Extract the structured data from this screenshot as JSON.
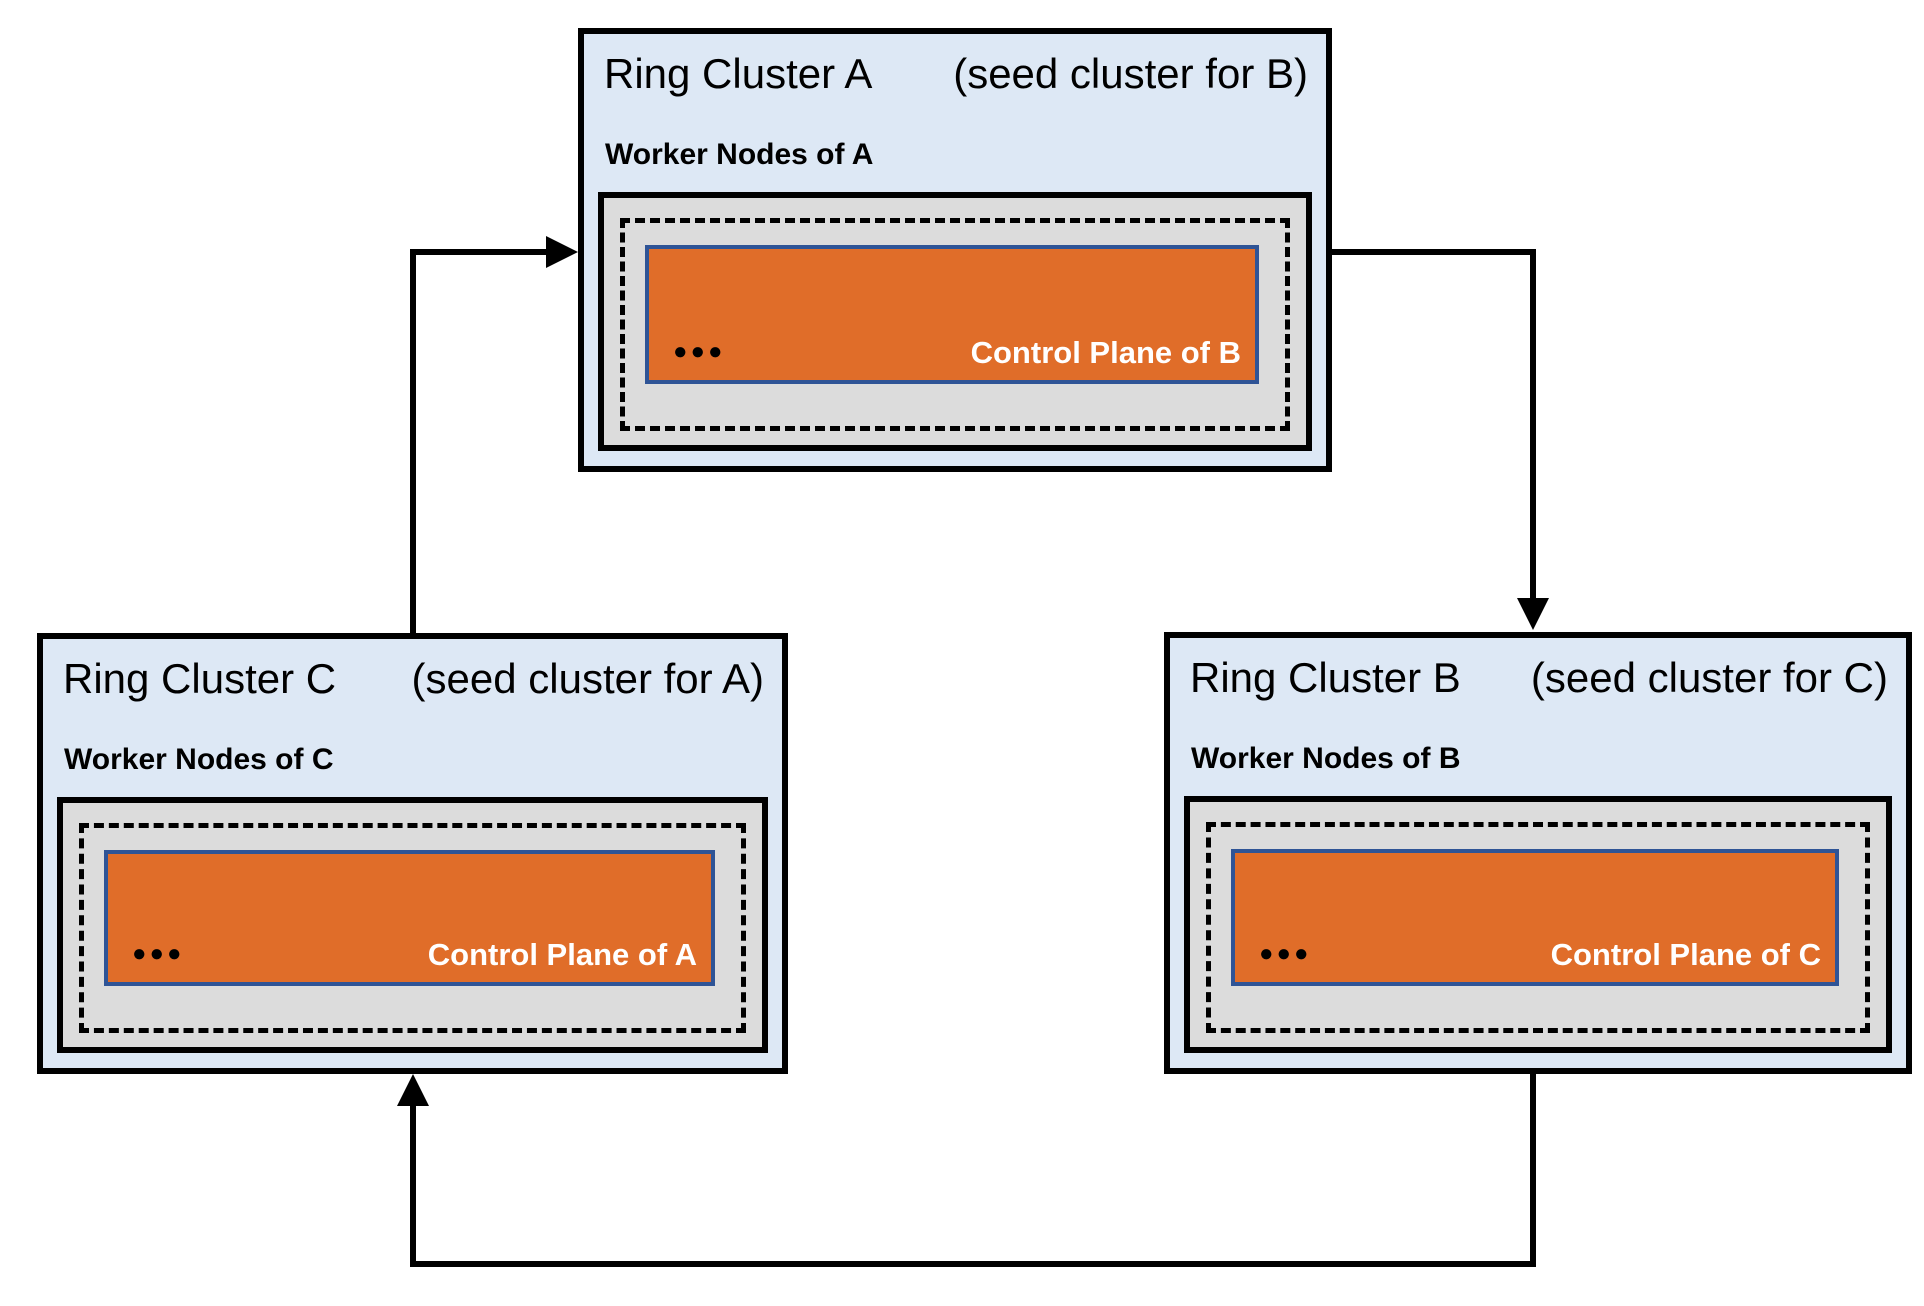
{
  "diagram": {
    "clusters": [
      {
        "id": "A",
        "title": "Ring Cluster A",
        "subtitle": "(seed cluster for B)",
        "worker_label": "Worker Nodes of A",
        "dots": "●●●",
        "control_plane_label": "Control Plane of B"
      },
      {
        "id": "C",
        "title": "Ring Cluster C",
        "subtitle": "(seed cluster for A)",
        "worker_label": "Worker Nodes of C",
        "dots": "●●●",
        "control_plane_label": "Control Plane of A"
      },
      {
        "id": "B",
        "title": "Ring Cluster B",
        "subtitle": "(seed cluster for C)",
        "worker_label": "Worker Nodes of B",
        "dots": "●●●",
        "control_plane_label": "Control Plane of C"
      }
    ],
    "edges": [
      {
        "from": "C",
        "to": "A"
      },
      {
        "from": "A",
        "to": "B"
      },
      {
        "from": "B",
        "to": "C"
      }
    ],
    "colors": {
      "cluster_bg": "#dde8f5",
      "worker_box_bg": "#dcdcdc",
      "control_plane_bg": "#e06d29",
      "control_plane_border": "#2f5496",
      "line": "#000000"
    }
  }
}
